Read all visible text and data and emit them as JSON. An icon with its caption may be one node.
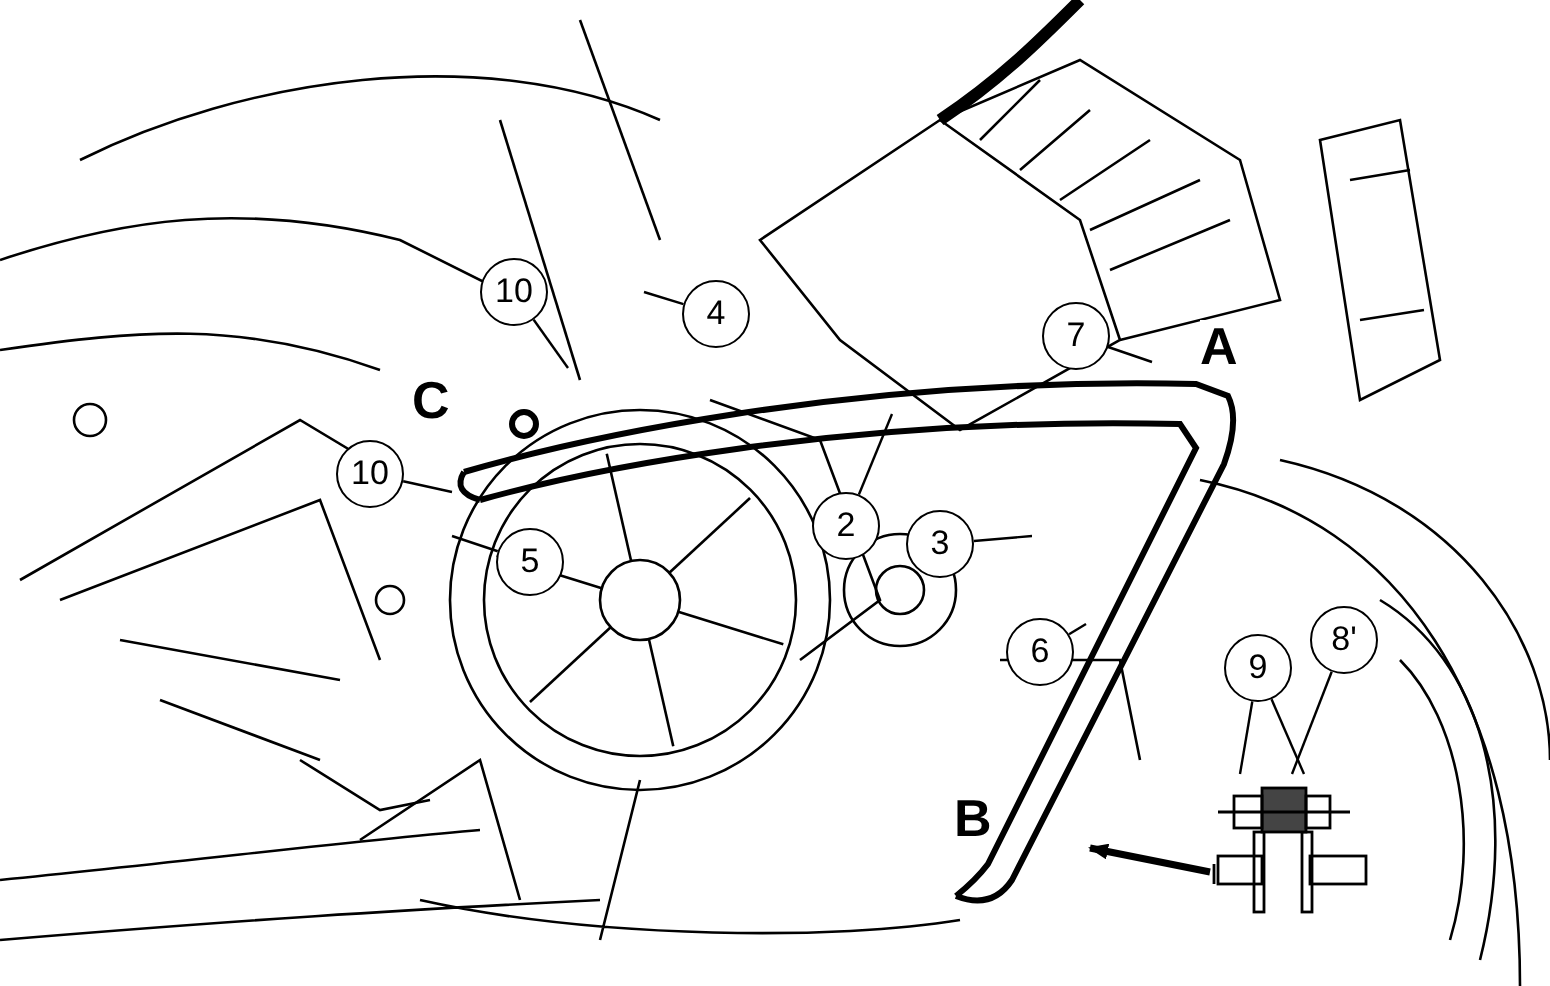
{
  "diagram": {
    "nodes": [
      {
        "text": [
          "10"
        ]
      },
      {
        "text": [
          "4"
        ]
      },
      {
        "text": [
          "7"
        ]
      },
      {
        "text": [
          "10"
        ]
      },
      {
        "text": [
          "2"
        ]
      },
      {
        "text": [
          "3"
        ]
      },
      {
        "text": [
          "5"
        ]
      },
      {
        "text": [
          "6"
        ]
      },
      {
        "text": [
          "9"
        ]
      },
      {
        "text": [
          "8'"
        ]
      },
      {
        "text": [],
        "shape": "picture"
      }
    ],
    "edges": [
      {
        "from": 0,
        "to": null,
        "arrow": "none"
      },
      {
        "from": 1,
        "to": null,
        "arrow": "none"
      },
      {
        "from": 2,
        "to": null,
        "arrow": "none"
      },
      {
        "from": 3,
        "to": null,
        "arrow": "none"
      },
      {
        "from": 4,
        "to": null,
        "arrow": "none"
      },
      {
        "from": 5,
        "to": null,
        "arrow": "none"
      },
      {
        "from": 6,
        "to": null,
        "arrow": "none"
      },
      {
        "from": 7,
        "to": null,
        "arrow": "none"
      },
      {
        "from": 8,
        "to": 10,
        "arrow": "none"
      },
      {
        "from": 8,
        "to": 10,
        "arrow": "none"
      },
      {
        "from": 9,
        "to": 10,
        "arrow": "none"
      },
      {
        "from": 10,
        "to": null,
        "arrow": "to",
        "style": "thick"
      }
    ],
    "labels": [
      "C",
      "A",
      "B"
    ]
  }
}
